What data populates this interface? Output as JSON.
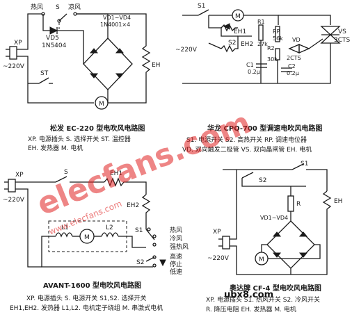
{
  "diagram1": {
    "title": "松发 EC-220 型电吹风电路图",
    "labels": {
      "hot": "热风",
      "s": "S",
      "cold": "凉风",
      "vd1_vd4": "VD1~VD4",
      "in4001": "1N4001×4",
      "vd5": "VD5",
      "in5404": "1N5404",
      "xp": "XP",
      "voltage": "~220V",
      "st": "ST",
      "eh": "EH",
      "m": "M"
    },
    "legend": [
      "XP. 电源插头  S. 选择开关  ST. 温控器",
      "EH. 发热器   M. 电机"
    ]
  },
  "diagram2": {
    "title": "华龙 CPQ-700 型调速电吹风电路图",
    "labels": {
      "s1": "S1",
      "eh1": "EH1",
      "s2": "S2",
      "eh2": "EH2",
      "r1": "R1",
      "r1v": "27k",
      "rp": "RP",
      "rpv": "56k",
      "r2": "R2",
      "r2v": "30k",
      "c1": "C1",
      "c1v": "0.2μ",
      "c2": "C2",
      "c2v": "0.2μ",
      "vd": "VD",
      "vdv": "2CTS",
      "vs": "VS",
      "vsv": "3CTS",
      "voltage": "~220V",
      "m": "M"
    },
    "legend": [
      "S1. 电源开关  S2. 高热开关  RP. 调速电位器",
      "VD. 双向触发二极管  VS. 双向晶闸管  EH. 电机"
    ]
  },
  "diagram3": {
    "title": "AVANT-1600 型电吹风电路图",
    "labels": {
      "xp": "XP",
      "voltage": "~220V",
      "s": "S",
      "eh1": "EH1",
      "eh2": "EH2",
      "l1": "L1",
      "l2": "L2",
      "m": "M",
      "s1": "S1",
      "s2": "S2",
      "hot": "热风",
      "cold": "冷风",
      "strong": "强热风",
      "high": "高速",
      "stop": "停止",
      "low": "低速"
    },
    "legend": [
      "XP. 电源插头  S. 电源开关  S1,S2. 选择开关",
      "EH1,EH2. 发热器  L1,L2. 电机定子绕组  M. 串激式电机"
    ]
  },
  "diagram4": {
    "title": "奥达牌 CF-4 型电吹风电路图",
    "labels": {
      "s1": "S1",
      "s2": "S2",
      "r": "R",
      "eh": "EH",
      "vd1_vd4": "VD1~VD4",
      "xp": "XP",
      "voltage": "~220V",
      "m": "M"
    },
    "legend": [
      "XP. 电源插头  S1. 热风开关  S2. 冷风开关",
      "R. 降压电阻  EH. 发热器  M. 电机"
    ]
  },
  "watermark": {
    "main": "elecfans.com",
    "url": "www.elecfans.com",
    "bottom": "ubx8.com"
  }
}
